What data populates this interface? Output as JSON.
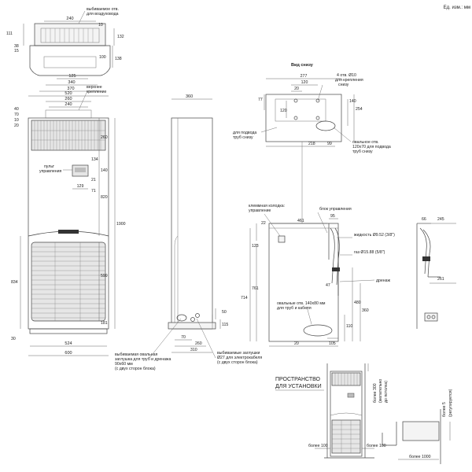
{
  "units_note": "Ед. изм.: мм",
  "top_section": {
    "knockout_duct_1": "выбиваемое отв.",
    "knockout_duct_2": "для воздуховода",
    "d240": "240",
    "d10": "10",
    "d111": "111",
    "d38": "38",
    "d15": "15",
    "d132": "132",
    "d100": "100",
    "d138": "138",
    "d125": "125",
    "d340": "340",
    "d370": "370"
  },
  "front_view": {
    "d520": "520",
    "d260": "260",
    "d240": "240",
    "d40": "40",
    "d70": "70",
    "d10": "10",
    "d20": "20",
    "upper_mount_1": "верхнее",
    "upper_mount_2": "крепление",
    "remote_1": "пульт",
    "remote_2": "управления",
    "d129": "129",
    "d71": "71",
    "d134": "134",
    "d21": "21",
    "d140": "140",
    "d260b": "260",
    "d1900": "1900",
    "d820": "820",
    "d599": "599",
    "d181": "181",
    "d834": "834",
    "d30": "30",
    "d524": "524",
    "d600": "600"
  },
  "side_view": {
    "d360": "360",
    "d50": "50",
    "d115": "115",
    "d70": "70",
    "d260": "260",
    "d310": "310",
    "oval_plug_1": "выбиваемая овальная",
    "oval_plug_2": "заглушка для труб и дренажа",
    "oval_plug_3": "90x60 мм",
    "oval_plug_4": "(с двух сторон блока)",
    "round_plug_1": "выбиваемые заглушки",
    "round_plug_2": "Ø27 для электрокабеля",
    "round_plug_3": "(с двух сторон блока)"
  },
  "bottom_view": {
    "title": "Вид снизу",
    "holes_1": "4 отв. Ø10",
    "holes_2": "для крепления",
    "holes_3": "снизу",
    "d277": "277",
    "d120": "120",
    "d20": "20",
    "d77": "77",
    "d120b": "120",
    "d140": "140",
    "d254": "254",
    "d218": "218",
    "d99": "99",
    "pipes_bottom_1": "для подвода",
    "pipes_bottom_2": "труб снизу",
    "oval_bottom_1": "овальное отв.",
    "oval_bottom_2": "120x70 для подвода",
    "oval_bottom_3": "труб снизу"
  },
  "rear_view": {
    "terminal_1": "клеммная колодка:",
    "terminal_2": "управление",
    "control_box": "блок управления",
    "d22": "22",
    "d461": "461",
    "d95": "95",
    "d123": "123",
    "liquid": "жидкость Ø9.52 (3/8\")",
    "gas": "газ Ø15.88 (5/8\")",
    "d47": "47",
    "drain": "дренаж",
    "d714": "714",
    "d761": "761",
    "d480": "480",
    "d360": "360",
    "oval_rear_1": "овальные отв. 140x80 мм",
    "oval_rear_2": "для труб и кабеля",
    "d110": "110",
    "d20": "20",
    "d105": "105"
  },
  "far_right_view": {
    "d66": "66",
    "d245": "245",
    "d261": "261"
  },
  "installation": {
    "title_1": "ПРОСТРАНСТВО",
    "title_2": "ДЛЯ УСТАНОВКИ",
    "top_clear_1": "более 300",
    "top_clear_2": "(желательно",
    "top_clear_3": "до потолка)",
    "side_left": "более 100",
    "side_right": "более 100",
    "front": "более 1000",
    "rear_1": "более 5",
    "rear_2": "(регулируется)"
  }
}
